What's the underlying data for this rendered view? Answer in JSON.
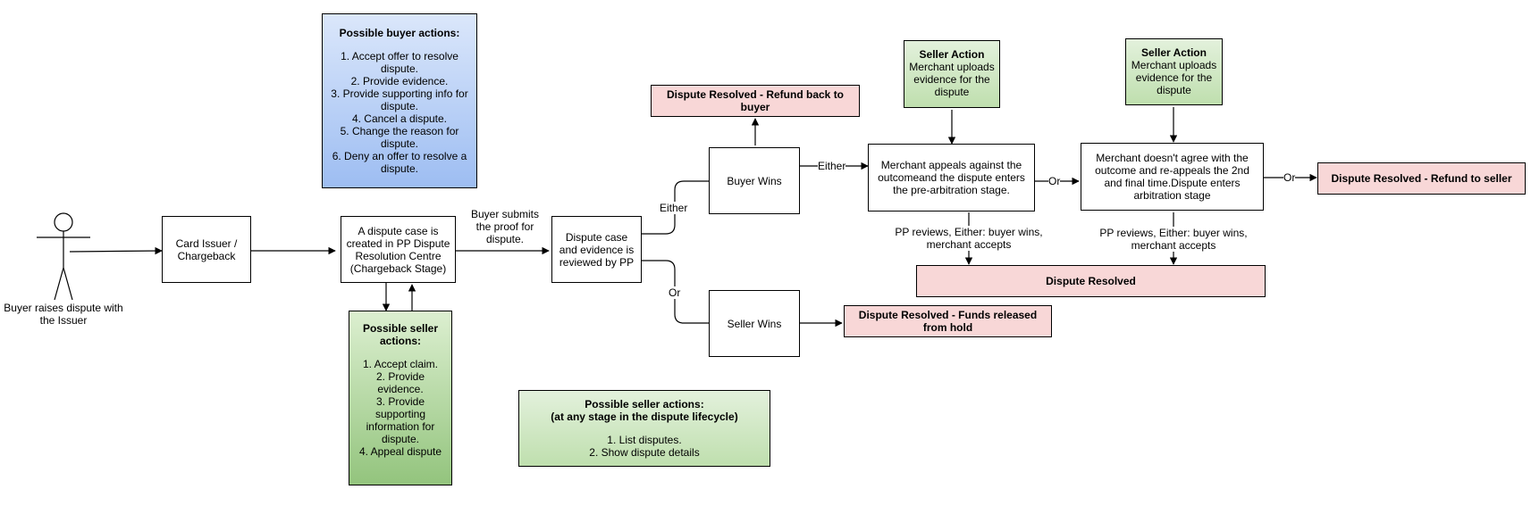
{
  "actor": {
    "label": "Buyer raises dispute with the Issuer"
  },
  "nodes": {
    "card_issuer": "Card Issuer / Chargeback",
    "dispute_case_created": "A dispute case is created in PP Dispute Resolution Centre (Chargeback Stage)",
    "dispute_reviewed": "Dispute case and evidence is reviewed by PP",
    "buyer_wins": "Buyer Wins",
    "seller_wins": "Seller Wins",
    "refund_buyer": "Dispute Resolved - Refund back to buyer",
    "funds_released": "Dispute Resolved - Funds released from hold",
    "merchant_appeals": "Merchant appeals against the outcomeand the dispute enters the pre-arbitration stage.",
    "merchant_reappeals": "Merchant doesn't agree with the outcome and re-appeals the 2nd and final time.Dispute enters arbitration stage",
    "refund_seller": "Dispute Resolved - Refund to seller",
    "dispute_resolved": "Dispute Resolved"
  },
  "seller_action_1": {
    "title": "Seller Action",
    "body": "Merchant uploads evidence for the dispute"
  },
  "seller_action_2": {
    "title": "Seller Action",
    "body": "Merchant uploads evidence for the dispute"
  },
  "buyer_actions": {
    "title": "Possible buyer actions:",
    "items": [
      "1. Accept offer to resolve dispute.",
      "2. Provide evidence.",
      "3. Provide supporting info for dispute.",
      "4. Cancel a dispute.",
      "5. Change the reason for dispute.",
      "6. Deny an offer to resolve a dispute."
    ]
  },
  "seller_actions_chargeback": {
    "title": "Possible seller actions:",
    "items": [
      "1. Accept claim.",
      "2. Provide evidence.",
      "3. Provide supporting information for dispute.",
      "4. Appeal dispute"
    ]
  },
  "seller_actions_any": {
    "title": "Possible seller actions:",
    "subtitle": "(at any stage in the dispute lifecycle)",
    "items": [
      "1. List disputes.",
      "2. Show dispute details"
    ]
  },
  "edge_labels": {
    "buyer_submits": "Buyer submits the proof for dispute.",
    "either": "Either",
    "or": "Or",
    "either_2": "Either",
    "or_2": "Or",
    "or_3": "Or",
    "pp_reviews_1": "PP reviews, Either: buyer wins, merchant accepts",
    "pp_reviews_2": "PP reviews, Either: buyer wins, merchant accepts"
  }
}
